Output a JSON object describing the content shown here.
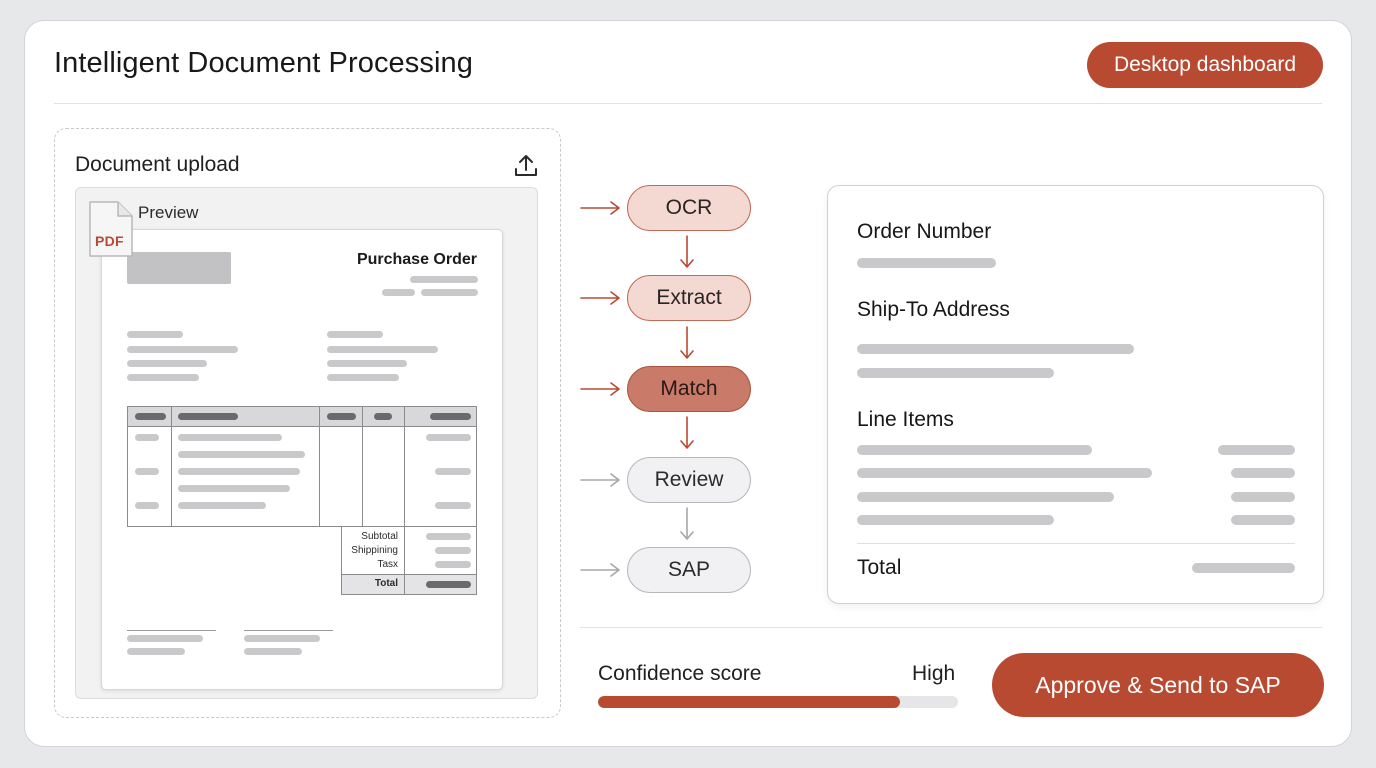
{
  "header": {
    "title": "Intelligent Document Processing",
    "dashboard_button": "Desktop dashboard"
  },
  "upload": {
    "label": "Document upload",
    "upload_icon": "upload-icon",
    "file_type_badge": "PDF",
    "preview_label": "Preview",
    "document": {
      "title": "Purchase Order",
      "totals_labels": [
        "Subtotal",
        "Shippining",
        "Tasx",
        "Total"
      ]
    }
  },
  "pipeline": {
    "stages": [
      {
        "label": "OCR",
        "status": "done"
      },
      {
        "label": "Extract",
        "status": "done"
      },
      {
        "label": "Match",
        "status": "active"
      },
      {
        "label": "Review",
        "status": "pending"
      },
      {
        "label": "SAP",
        "status": "pending"
      }
    ]
  },
  "fields": {
    "order_number_label": "Order Number",
    "ship_to_label": "Ship-To Address",
    "line_items_label": "Line Items",
    "total_label": "Total"
  },
  "confidence": {
    "label": "Confidence score",
    "value_label": "High",
    "fraction": 0.84
  },
  "actions": {
    "approve_label": "Approve & Send to SAP"
  },
  "colors": {
    "accent": "#b84a32",
    "stage_done_fill": "#f4d9d2",
    "stage_active_fill": "#ca7a69",
    "stage_pending_fill": "#f1f1f3"
  }
}
